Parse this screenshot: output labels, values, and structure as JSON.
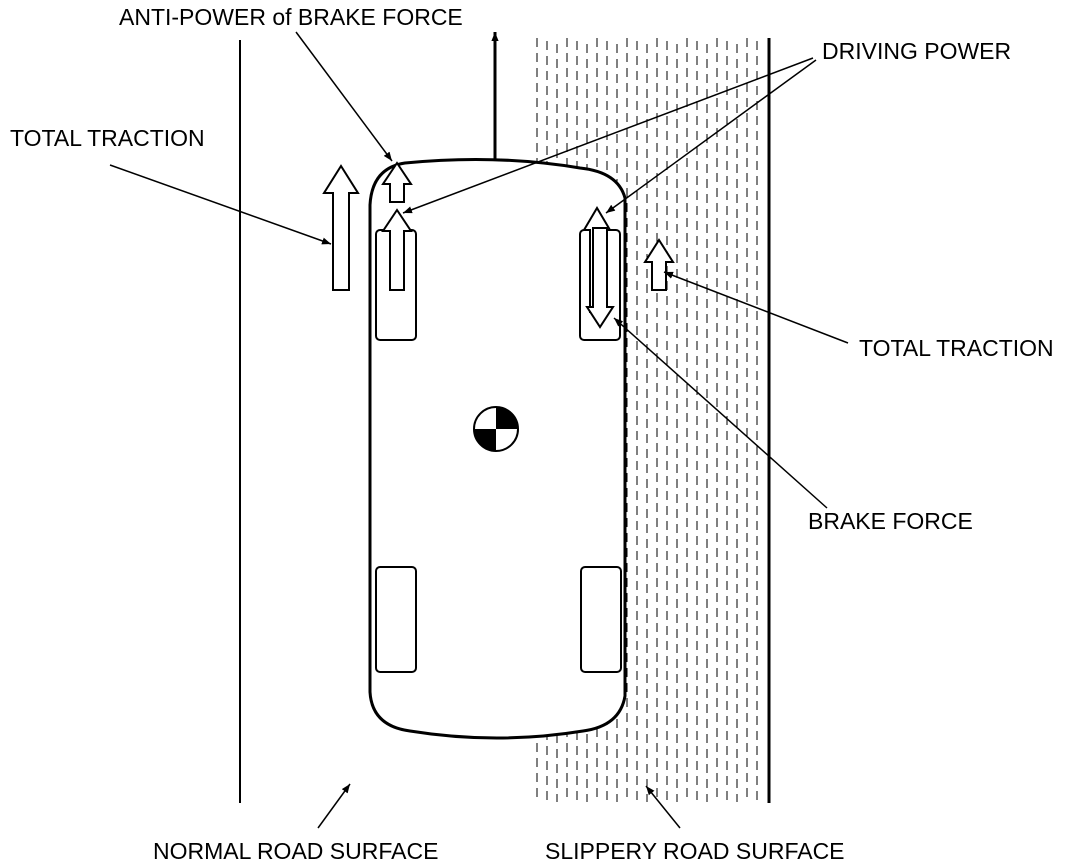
{
  "labels": {
    "anti_power": "ANTI-POWER of BRAKE FORCE",
    "driving_power": "DRIVING POWER",
    "total_traction_left": "TOTAL TRACTION",
    "total_traction_right": "TOTAL TRACTION",
    "brake_force": "BRAKE FORCE",
    "normal_road": "NORMAL ROAD SURFACE",
    "slippery_road": "SLIPPERY ROAD SURFACE"
  },
  "colors": {
    "ink": "#000000",
    "background": "#ffffff"
  },
  "icons": [
    "center-of-gravity-icon",
    "arrow-icon"
  ]
}
